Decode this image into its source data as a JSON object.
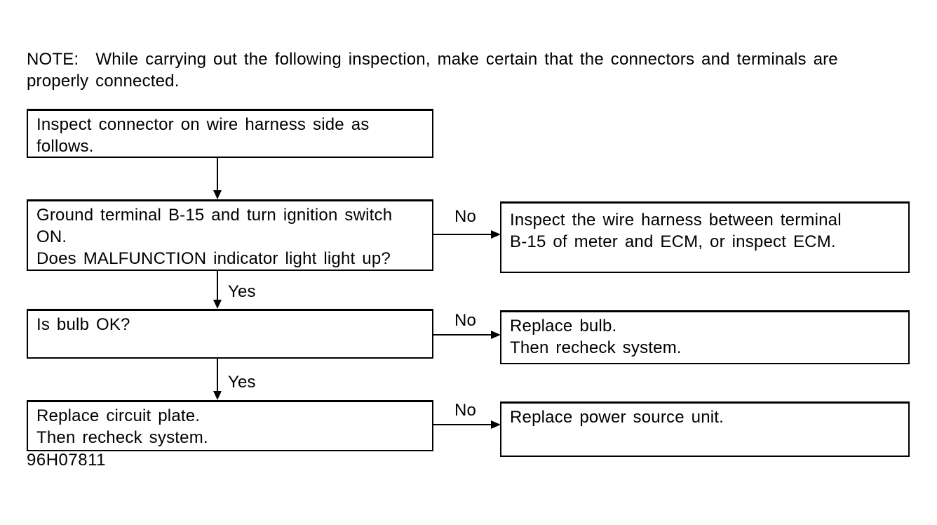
{
  "note": {
    "label": "NOTE:",
    "line1": "While carrying out the following inspection, make certain that the connectors and terminals are",
    "line2": "properly connected."
  },
  "flowchart": {
    "labels": {
      "yes": "Yes",
      "no": "No"
    },
    "boxes": [
      {
        "id": "inspect-connector",
        "lines": [
          "Inspect connector on wire harness side as",
          "follows."
        ]
      },
      {
        "id": "ground-terminal",
        "lines": [
          "Ground terminal B-15 and turn ignition switch",
          "ON.",
          "Does MALFUNCTION indicator light light up?"
        ]
      },
      {
        "id": "inspect-harness",
        "lines": [
          "Inspect the wire harness between terminal",
          "B-15 of meter and ECM, or inspect ECM."
        ]
      },
      {
        "id": "is-bulb-ok",
        "lines": [
          "Is bulb OK?"
        ]
      },
      {
        "id": "replace-bulb",
        "lines": [
          "Replace bulb.",
          "Then recheck system."
        ]
      },
      {
        "id": "replace-circuit-plate",
        "lines": [
          "Replace circuit plate.",
          "Then recheck system."
        ]
      },
      {
        "id": "replace-power-source",
        "lines": [
          "Replace power source unit."
        ]
      }
    ]
  },
  "figure_id": "96H07811",
  "colors": {
    "ink": "#000000",
    "background": "#ffffff"
  }
}
